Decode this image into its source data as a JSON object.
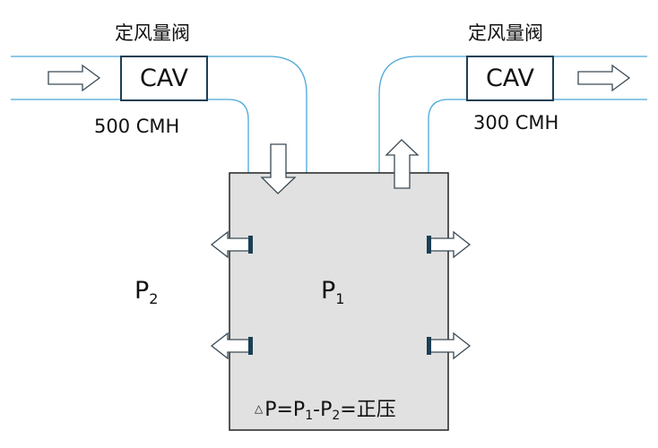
{
  "inlet": {
    "valve_title": "定风量阀",
    "valve_label": "CAV",
    "flow": "500 CMH"
  },
  "outlet": {
    "valve_title": "定风量阀",
    "valve_label": "CAV",
    "flow": "300 CMH"
  },
  "pressures": {
    "outside_symbol": "P",
    "outside_sub": "2",
    "room_symbol": "P",
    "room_sub": "1"
  },
  "equation": {
    "delta": "△",
    "part1": "P=P",
    "sub1": "1",
    "part2": "-P",
    "sub2": "2",
    "part3": "=正压"
  },
  "colors": {
    "duct": "#4aa8d8",
    "room_fill": "#e1e1e1",
    "room_stroke": "#222222",
    "valve_stroke": "#1c3f54",
    "arrow_stroke": "#3a4a55"
  }
}
